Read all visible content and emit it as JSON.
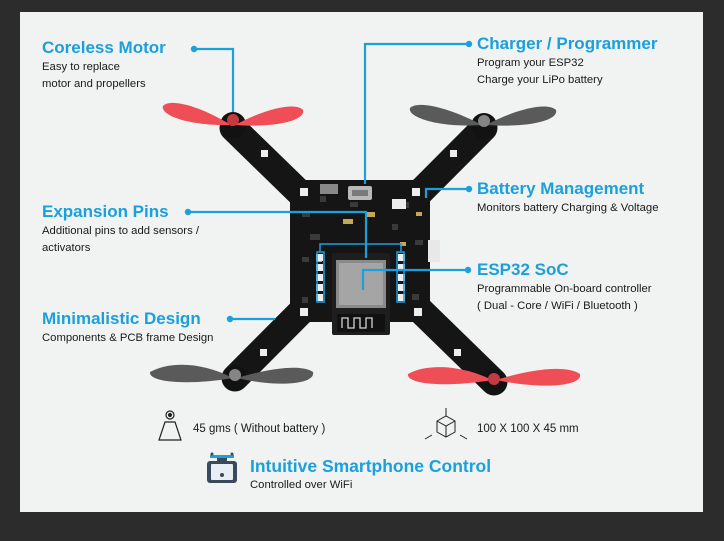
{
  "features": {
    "coreless_motor": {
      "title": "Coreless Motor",
      "lines": [
        "Easy to replace",
        "motor and propellers"
      ]
    },
    "charger": {
      "title": "Charger / Programmer",
      "lines": [
        "Program your  ESP32",
        "Charge your LiPo battery"
      ]
    },
    "battery": {
      "title": "Battery Management",
      "lines": [
        "Monitors battery Charging & Voltage"
      ]
    },
    "expansion": {
      "title": "Expansion Pins",
      "lines": [
        "Additional pins to add sensors /",
        "activators"
      ]
    },
    "esp32": {
      "title": "ESP32 SoC",
      "lines": [
        "Programmable On-board controller",
        "( Dual - Core / WiFi / Bluetooth )"
      ]
    },
    "design": {
      "title": "Minimalistic Design",
      "lines": [
        "Components & PCB frame Design"
      ]
    }
  },
  "specs": {
    "weight": {
      "label": "45 gms ( Without battery )",
      "icon": "weight-icon"
    },
    "dimensions": {
      "label": "100 X 100 X 45 mm",
      "icon": "dimensions-icon"
    }
  },
  "control": {
    "title": "Intuitive Smartphone Control",
    "subtitle": "Controlled over WiFi",
    "icon": "smartphone-drone-icon"
  },
  "colors": {
    "accent": "#1aa0dc",
    "page_bg": "#2c2c2c",
    "panel_bg": "#f1f2f2",
    "pcb": "#151515",
    "prop_red": "#f04e57",
    "prop_grey": "#5a5a5a"
  }
}
